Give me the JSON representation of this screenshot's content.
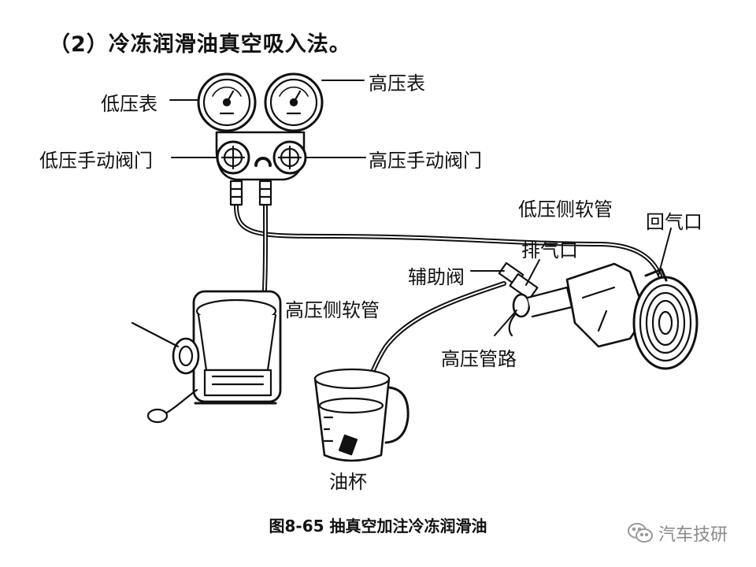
{
  "title": "（2）冷冻润滑油真空吸入法。",
  "labels": {
    "low_gauge": "低压表",
    "high_gauge": "高压表",
    "low_valve": "低压手动阀门",
    "high_valve": "高压手动阀门",
    "low_hose": "低压侧软管",
    "return_port": "回气口",
    "exhaust_port": "排气口",
    "aux_valve": "辅助阀",
    "high_hose": "高压侧软管",
    "high_line": "高压管路",
    "oil_cup": "油杯"
  },
  "caption": "图8-65 抽真空加注冷冻润滑油",
  "watermark": "汽车技研"
}
